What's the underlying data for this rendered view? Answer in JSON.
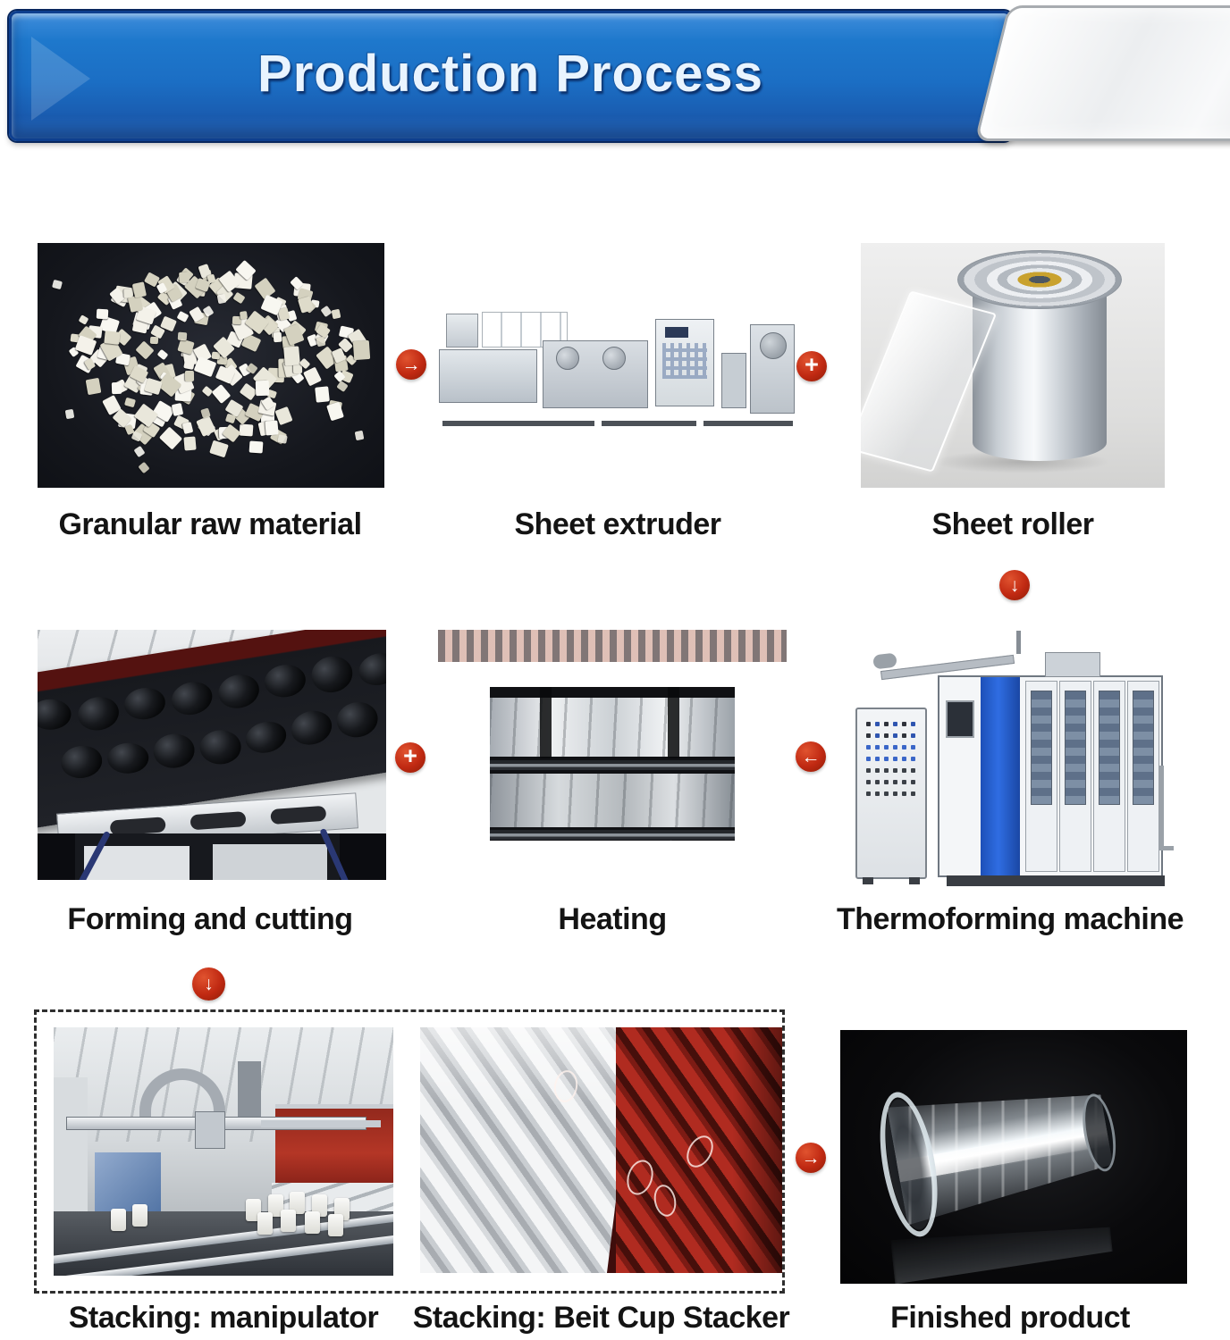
{
  "header": {
    "title": "Production Process"
  },
  "steps": [
    {
      "id": "granular-raw-material",
      "label": "Granular raw material"
    },
    {
      "id": "sheet-extruder",
      "label": "Sheet extruder"
    },
    {
      "id": "sheet-roller",
      "label": "Sheet roller"
    },
    {
      "id": "forming-and-cutting",
      "label": "Forming and cutting"
    },
    {
      "id": "heating",
      "label": "Heating"
    },
    {
      "id": "thermoforming-machine",
      "label": "Thermoforming machine"
    },
    {
      "id": "stacking-manipulator",
      "label": "Stacking: manipulator"
    },
    {
      "id": "stacking-belt-cup-stacker",
      "label": "Stacking: Beit Cup Stacker"
    },
    {
      "id": "finished-product",
      "label": "Finished product"
    }
  ],
  "arrows": [
    {
      "id": "raw-to-extruder",
      "direction": "right",
      "glyph": "→"
    },
    {
      "id": "extruder-to-roller",
      "direction": "merge",
      "glyph": "+"
    },
    {
      "id": "roller-down",
      "direction": "down",
      "glyph": "↓"
    },
    {
      "id": "heating-to-forming",
      "direction": "merge",
      "glyph": "+"
    },
    {
      "id": "thermoforming-to-heating",
      "direction": "left",
      "glyph": "←"
    },
    {
      "id": "forming-down",
      "direction": "down",
      "glyph": "↓"
    },
    {
      "id": "stacking-to-finished",
      "direction": "right",
      "glyph": "→"
    }
  ],
  "colors": {
    "banner_blue": "#1b6ec4",
    "arrow_red": "#c02912",
    "label_text": "#141414",
    "dashed_border": "#2e2e2e"
  }
}
